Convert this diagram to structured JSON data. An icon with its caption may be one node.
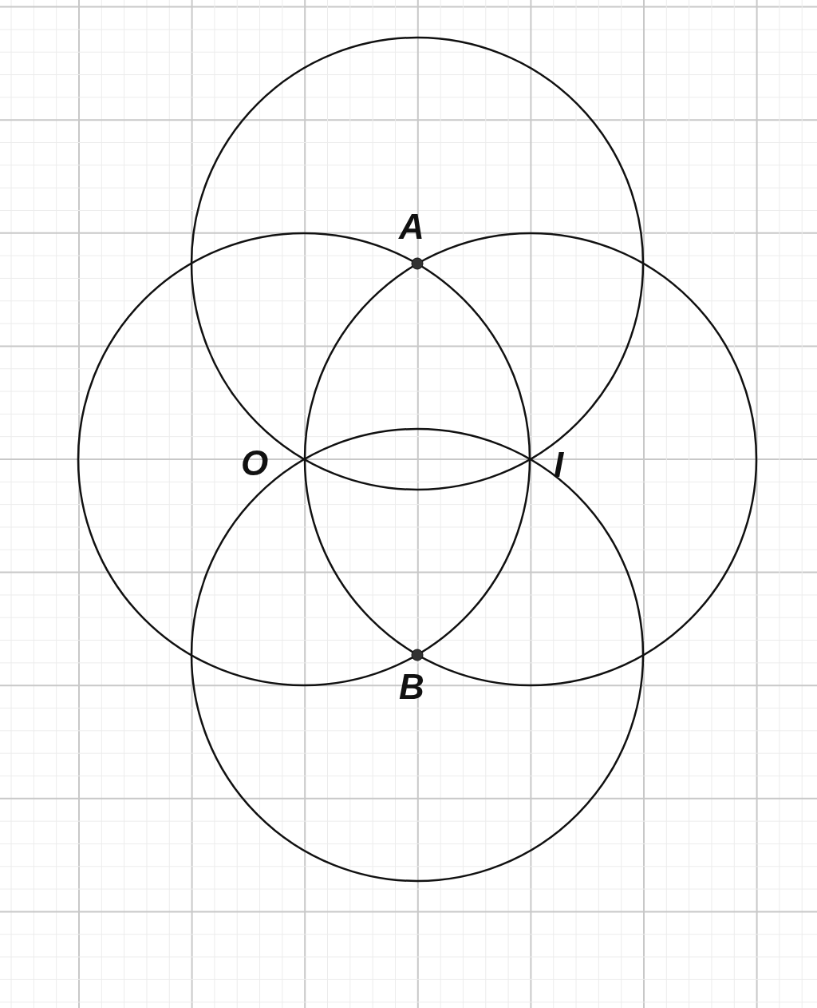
{
  "diagram": {
    "labels": [
      "A",
      "O",
      "I",
      "B"
    ]
  }
}
